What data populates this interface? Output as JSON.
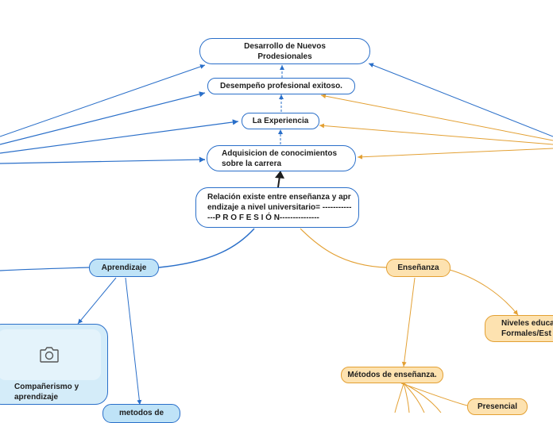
{
  "nodes": {
    "desarrollo": "Desarrollo de Nuevos Prodesionales",
    "desempeno": "Desempeño profesional exitoso.",
    "experiencia": "La Experiencia",
    "adquisicion": "Adquisicion de conocimientos sobre la carrera",
    "central": "Relación existe entre enseñanza y aprendizaje a nivel universitario= --------------P R O F E S I Ó N---------------",
    "aprendizaje": "Aprendizaje",
    "ensenanza": "Enseñanza",
    "companerismo": "Compañerismo y aprendizaje",
    "metodos_de": "metodos de",
    "niveles": "Niveles educa Formales/Est",
    "metodos_ensenanza": "Métodos de enseñanza.",
    "presencial": "Presencial"
  },
  "icons": {
    "photo": "camera-icon"
  },
  "colors": {
    "blue": "#2a6fc9",
    "orange": "#e3a033",
    "blue_fill": "#bfe3f7",
    "orange_fill": "#fde2b0",
    "arrow_dark": "#1d1d1d"
  }
}
